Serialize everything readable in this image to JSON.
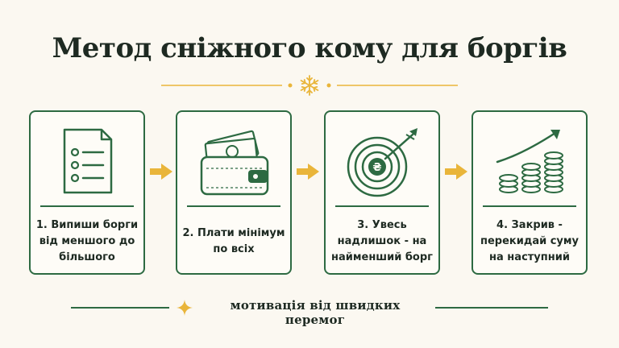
{
  "title": "Метод сніжного кому для боргів",
  "colors": {
    "accent_green": "#2d6a42",
    "accent_gold": "#e9b53a",
    "background": "#fbf8f1"
  },
  "steps": [
    {
      "icon": "document-list-icon",
      "label": "1. Випиши борги від меншого до більшого"
    },
    {
      "icon": "wallet-cash-icon",
      "label": "2. Плати мінімум по всіх"
    },
    {
      "icon": "target-hryvnia-icon",
      "label": "3. Увесь надлишок - на найменший борг"
    },
    {
      "icon": "coin-stacks-growth-icon",
      "label": "4. Закрив - перекидай суму на наступний"
    }
  ],
  "footer": {
    "text": "мотивація від швидких перемог"
  }
}
